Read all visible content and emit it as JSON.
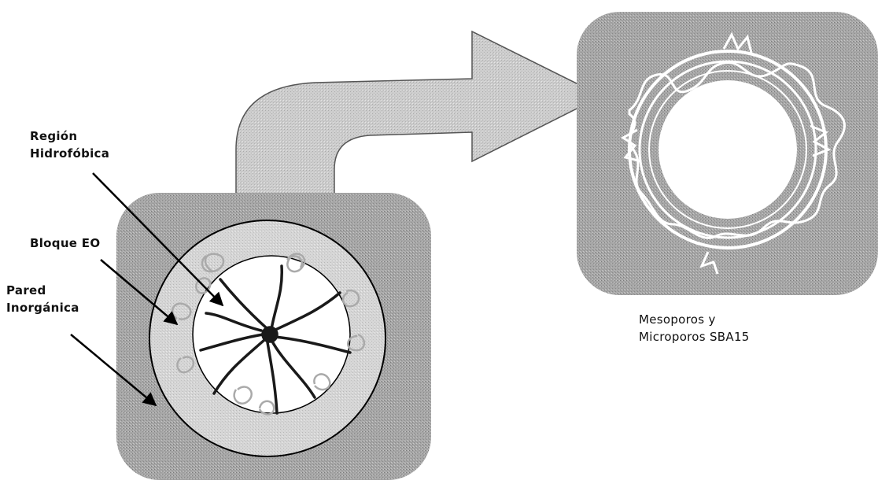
{
  "labels": {
    "region_line1": "Región",
    "region_line2": "Hidrofóbica",
    "bloque": "Bloque EO",
    "pared_line1": "Pared",
    "pared_line2": "Inorgánica",
    "meso_line1": "Mesoporos y",
    "meso_line2": "Microporos SBA15"
  },
  "colors": {
    "block_gray": "#a9a9a9",
    "arrow_gray": "#c9c9c9",
    "ring_light": "#d8d8d8",
    "core_white": "#ffffff",
    "chain_dark": "#1a1a1a",
    "loop_gray": "#bdbdbd",
    "outline": "#000000"
  }
}
